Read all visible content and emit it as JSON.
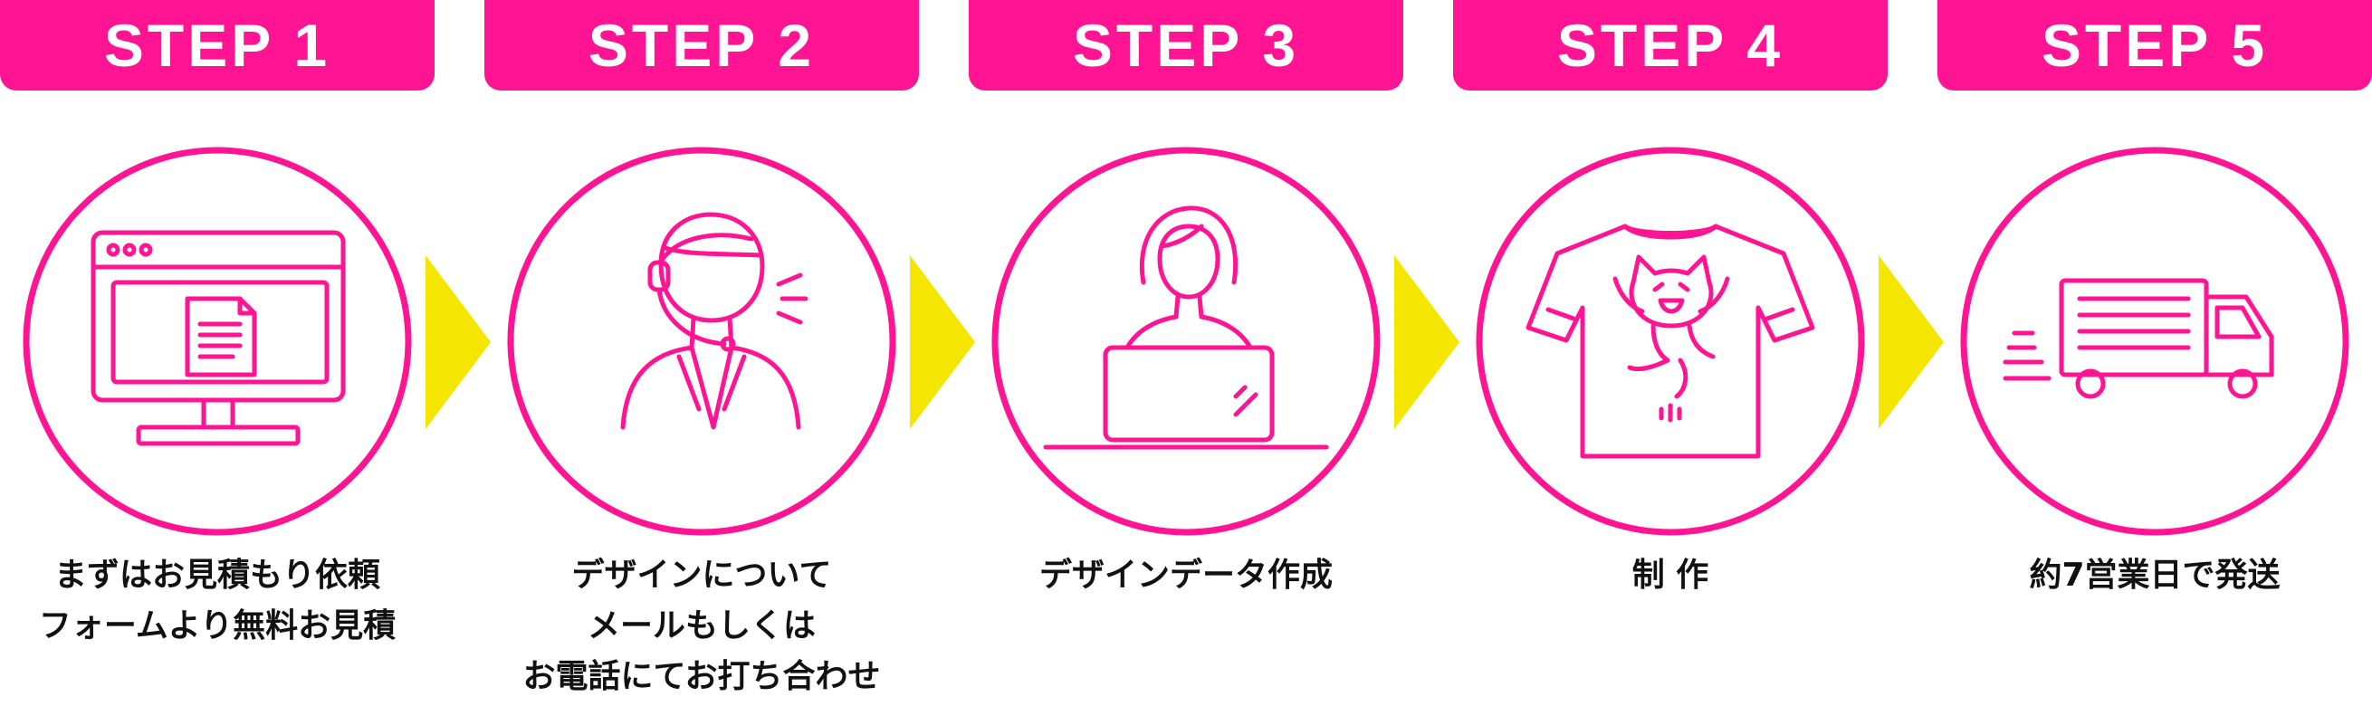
{
  "colors": {
    "accent": "#ff1493",
    "arrow": "#f5e600",
    "text": "#111111",
    "background": "#ffffff"
  },
  "steps": [
    {
      "label": "STEP 1",
      "icon": "computer-monitor-document-icon",
      "lines": [
        "まずはお見積もり依頼",
        "フォームより無料お見積"
      ]
    },
    {
      "label": "STEP 2",
      "icon": "operator-headset-icon",
      "lines": [
        "デザインについて",
        "メールもしくは",
        "お電話にてお打ち合わせ"
      ]
    },
    {
      "label": "STEP 3",
      "icon": "designer-laptop-icon",
      "lines": [
        "デザインデータ作成"
      ]
    },
    {
      "label": "STEP 4",
      "icon": "tshirt-cat-print-icon",
      "lines": [
        "制 作"
      ]
    },
    {
      "label": "STEP 5",
      "icon": "delivery-truck-icon",
      "lines": [
        "約7営業日で発送"
      ]
    }
  ],
  "arrows": [
    "arrow-right-icon",
    "arrow-right-icon",
    "arrow-right-icon",
    "arrow-right-icon"
  ]
}
